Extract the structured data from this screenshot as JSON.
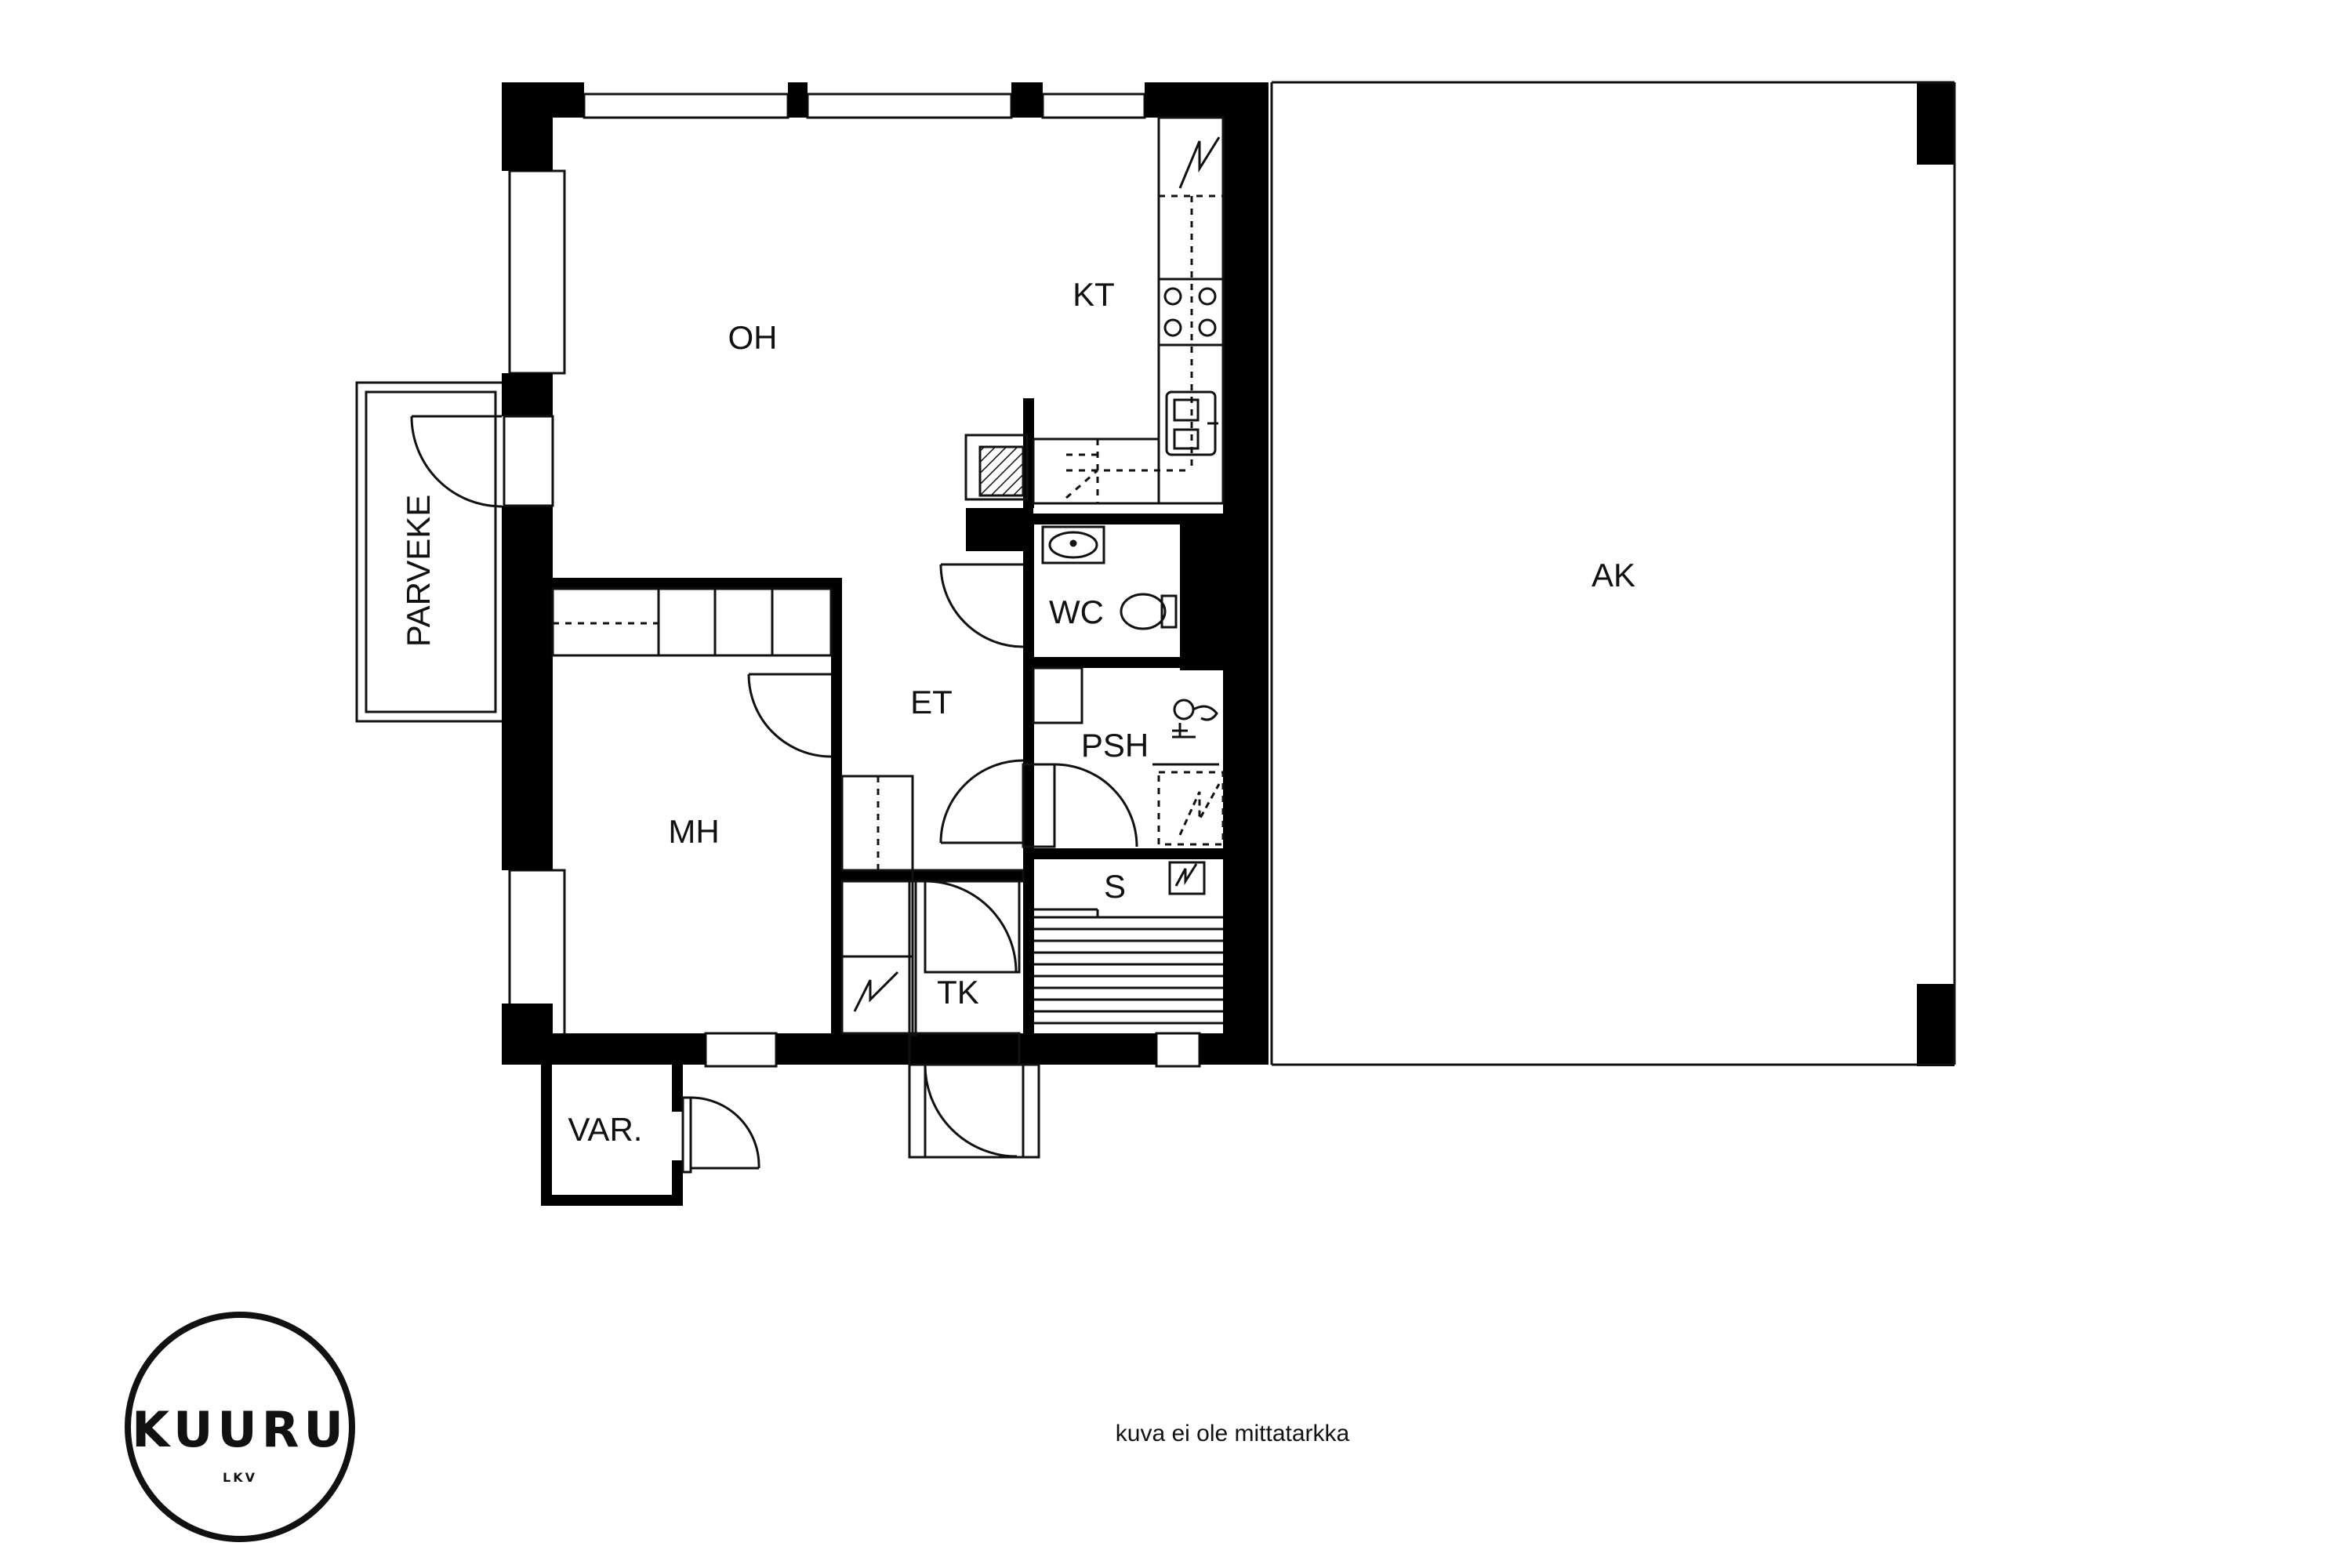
{
  "colors": {
    "wall": "#000000",
    "line": "#111111",
    "background": "#ffffff"
  },
  "rooms": {
    "oh": "OH",
    "kt": "KT",
    "wc": "WC",
    "et": "ET",
    "psh": "PSH",
    "s": "S",
    "mh": "MH",
    "tk": "TK",
    "var": "VAR.",
    "ak": "AK",
    "parveke": "PARVEKE"
  },
  "note": "kuva ei ole mittatarkka",
  "logo": {
    "main": "KUURU",
    "sub": "LKV"
  }
}
